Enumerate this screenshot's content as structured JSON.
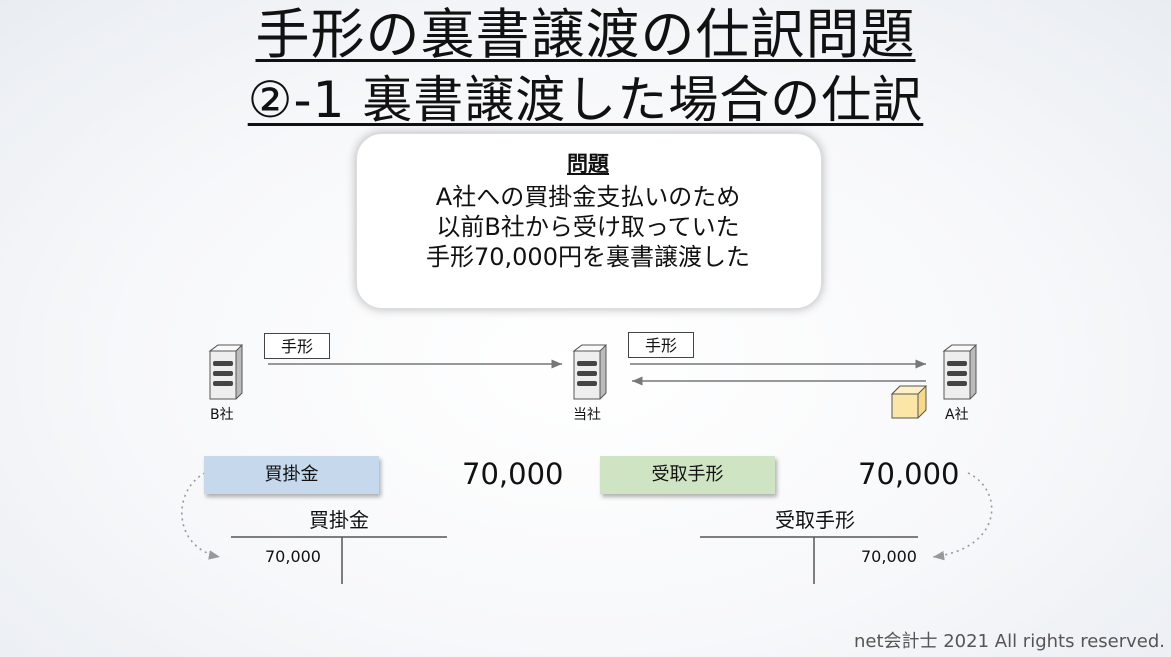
{
  "title": {
    "line1": "手形の裏書譲渡の仕訳問題",
    "line2": "②-1 裏書譲渡した場合の仕訳"
  },
  "problem": {
    "heading": "問題",
    "lines": [
      "A社への買掛金支払いのため",
      "以前B社から受け取っていた",
      "手形70,000円を裏書譲渡した"
    ]
  },
  "diagram": {
    "node_left": "B社",
    "node_center": "当社",
    "node_right": "A社",
    "tag_left": "手形",
    "tag_right": "手形"
  },
  "journal": {
    "debit_account": "買掛金",
    "debit_amount": "70,000",
    "credit_account": "受取手形",
    "credit_amount": "70,000",
    "debit_color": "#c5d8ec",
    "credit_color": "#cfe4c2"
  },
  "ledger_left": {
    "title": "買掛金",
    "debit_value": "70,000"
  },
  "ledger_right": {
    "title": "受取手形",
    "credit_value": "70,000"
  },
  "footer": "net会計士 2021 All rights reserved."
}
